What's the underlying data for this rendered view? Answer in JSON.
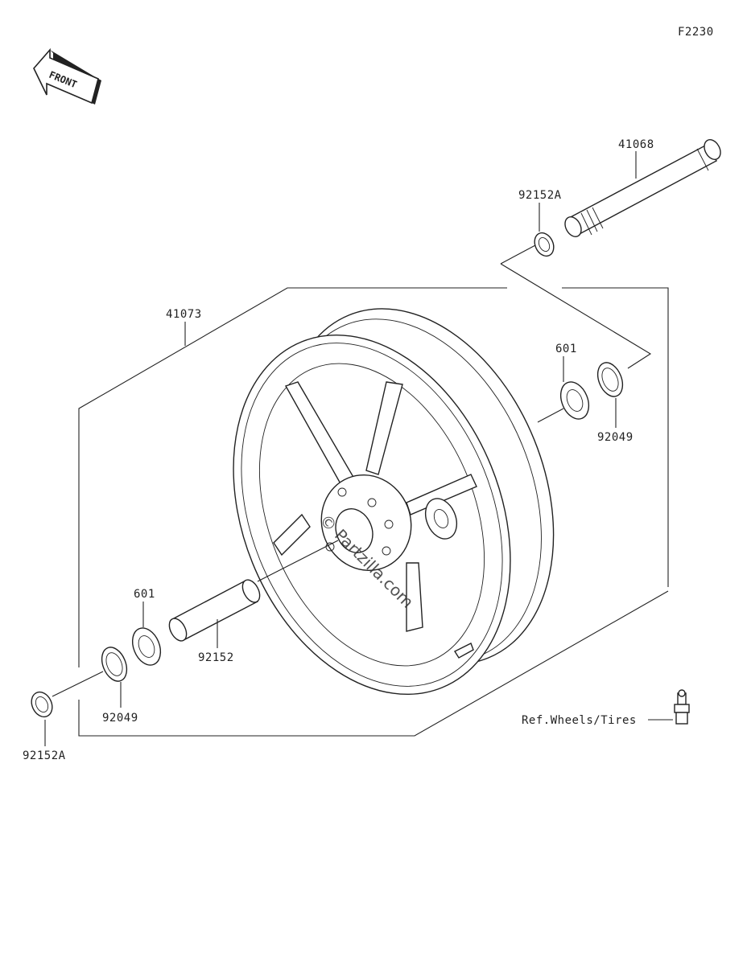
{
  "diagram": {
    "figure_code": "F2230",
    "front_arrow_text": "FRONT",
    "watermark": "© Partzilla.com",
    "reference_note": "Ref.Wheels/Tires",
    "parts": {
      "axle": "41068",
      "collar_right": "92152A",
      "wheel": "41073",
      "bearing_right": "601",
      "seal_right": "92049",
      "bearing_left": "601",
      "spacer": "92152",
      "seal_left": "92049",
      "collar_left": "92152A"
    }
  }
}
